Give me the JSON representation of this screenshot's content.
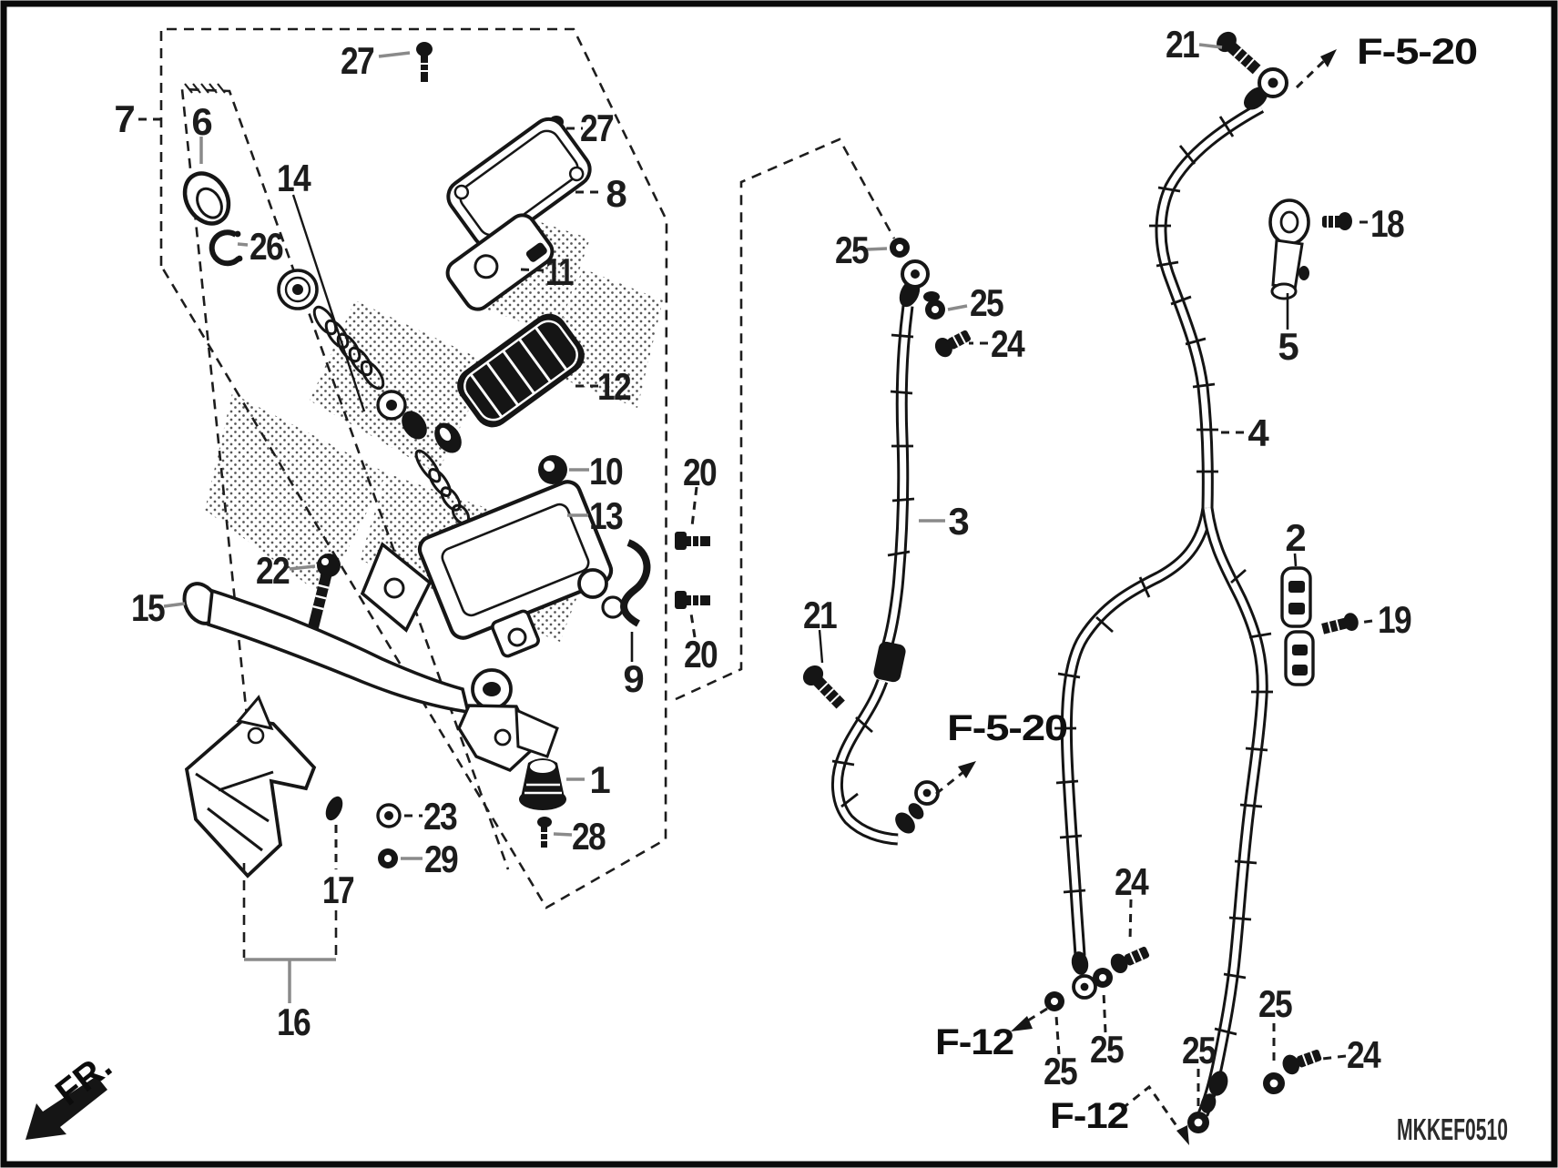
{
  "title_block": {
    "diagram_code": "MKKEF0510",
    "front_marker": "FR."
  },
  "frame_references": [
    {
      "label": "F-5-20"
    },
    {
      "label": "F-5-20"
    },
    {
      "label": "F-12"
    },
    {
      "label": "F-12"
    }
  ],
  "callouts": [
    {
      "part": "27"
    },
    {
      "part": "7"
    },
    {
      "part": "6"
    },
    {
      "part": "27"
    },
    {
      "part": "8"
    },
    {
      "part": "26"
    },
    {
      "part": "14"
    },
    {
      "part": "11"
    },
    {
      "part": "12"
    },
    {
      "part": "10"
    },
    {
      "part": "13"
    },
    {
      "part": "20"
    },
    {
      "part": "20"
    },
    {
      "part": "9"
    },
    {
      "part": "22"
    },
    {
      "part": "15"
    },
    {
      "part": "23"
    },
    {
      "part": "29"
    },
    {
      "part": "17"
    },
    {
      "part": "16"
    },
    {
      "part": "1"
    },
    {
      "part": "28"
    },
    {
      "part": "25"
    },
    {
      "part": "25"
    },
    {
      "part": "24"
    },
    {
      "part": "3"
    },
    {
      "part": "21"
    },
    {
      "part": "21"
    },
    {
      "part": "18"
    },
    {
      "part": "5"
    },
    {
      "part": "4"
    },
    {
      "part": "2"
    },
    {
      "part": "19"
    },
    {
      "part": "24"
    },
    {
      "part": "25"
    },
    {
      "part": "25"
    },
    {
      "part": "25"
    },
    {
      "part": "25"
    },
    {
      "part": "24"
    }
  ],
  "colors": {
    "line": "#161616",
    "leader_gray": "#8a8a8a",
    "background": "#ffffff"
  }
}
